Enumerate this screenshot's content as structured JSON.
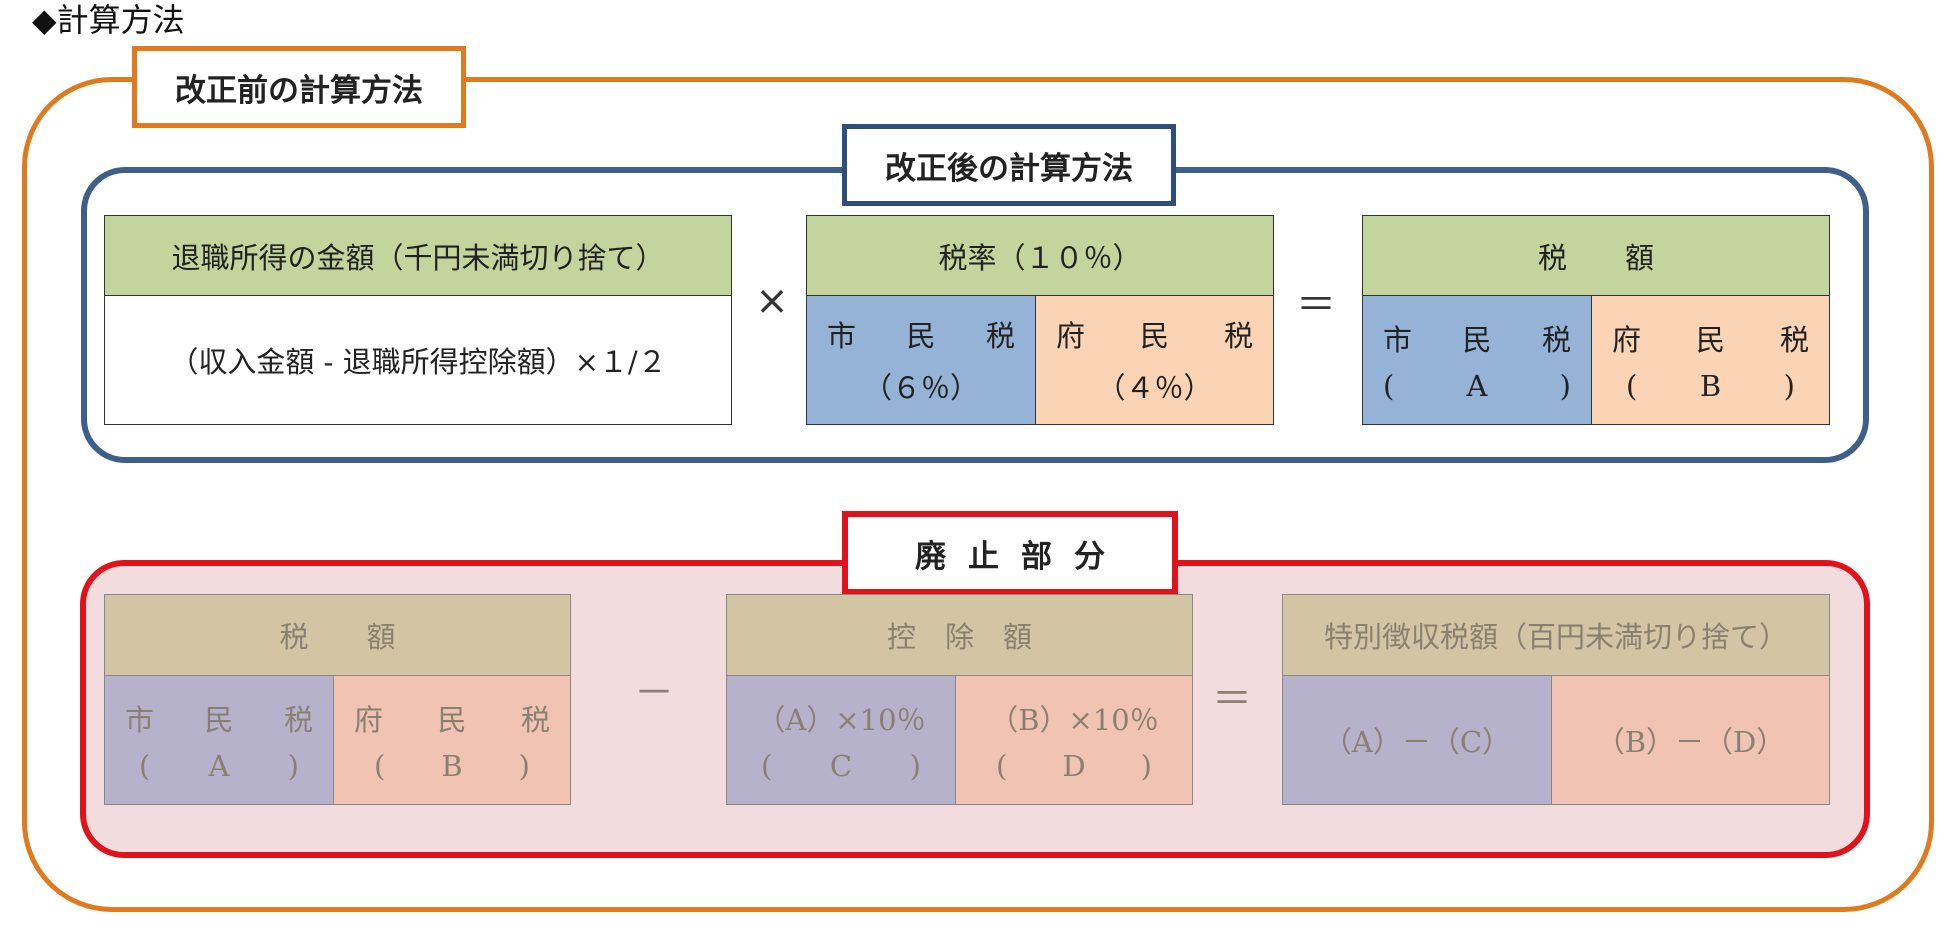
{
  "page_title": "◆計算方法",
  "outer_label": "改正前の計算方法",
  "new_method": {
    "label": "改正後の計算方法",
    "income_header": "退職所得の金額（千円未満切り捨て）",
    "income_formula": "（収入金額 - 退職所得控除額）×１/２",
    "multiply": "×",
    "rate_header": "税率（１０％）",
    "city_rate": {
      "chars": [
        "市",
        "民",
        "税"
      ],
      "pct": "（６％）"
    },
    "pref_rate": {
      "chars": [
        "府",
        "民",
        "税"
      ],
      "pct": "（４％）"
    },
    "equals": "＝",
    "tax_header": "税　　額",
    "city_tax": {
      "chars": [
        "市",
        "民",
        "税"
      ],
      "sub": [
        "(",
        "A",
        ")"
      ]
    },
    "pref_tax": {
      "chars": [
        "府",
        "民",
        "税"
      ],
      "sub": [
        "(",
        "B",
        ")"
      ]
    }
  },
  "abolished": {
    "label": "廃止部分",
    "tax_header": "税　　額",
    "city_tax": {
      "chars": [
        "市",
        "民",
        "税"
      ],
      "sub": [
        "(",
        "A",
        ")"
      ]
    },
    "pref_tax": {
      "chars": [
        "府",
        "民",
        "税"
      ],
      "sub": [
        "(",
        "B",
        ")"
      ]
    },
    "minus": "－",
    "deduction_header": "控　除　額",
    "deduction_c": {
      "line1": "（A）×10％",
      "sub": [
        "(",
        "C",
        ")"
      ]
    },
    "deduction_d": {
      "line1": "（B）×10％",
      "sub": [
        "(",
        "D",
        ")"
      ]
    },
    "equals": "＝",
    "special_header": "特別徴収税額（百円未満切り捨て）",
    "result_a": "（A）－（C）",
    "result_b": "（B）－（D）"
  }
}
